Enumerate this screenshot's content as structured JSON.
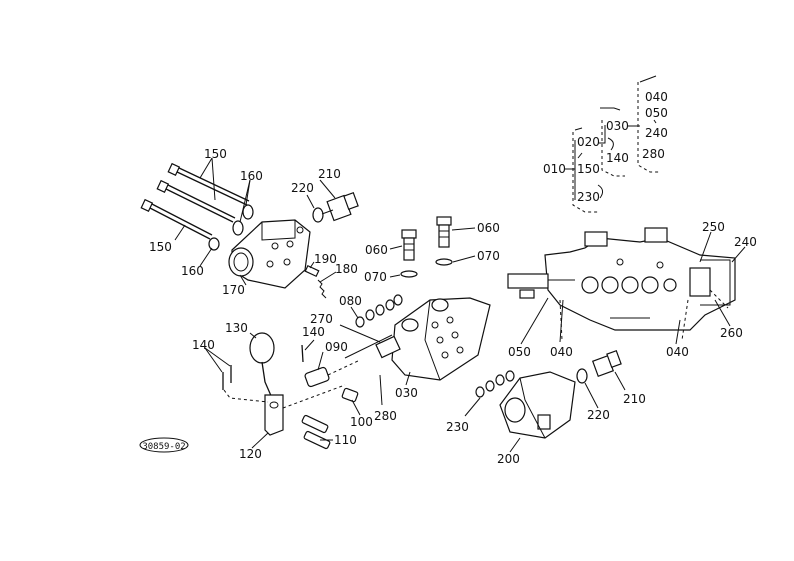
{
  "diagram_id": "30859-02",
  "tree": {
    "root": "010",
    "level1": [
      "020",
      "150",
      "230"
    ],
    "level2": [
      "030",
      "140"
    ],
    "level3": [
      "040",
      "050",
      "240",
      "280"
    ]
  },
  "callouts": {
    "c150a": "150",
    "c150b": "150",
    "c160a": "160",
    "c160b": "160",
    "c170": "170",
    "c180": "180",
    "c190": "190",
    "c210a": "210",
    "c220a": "220",
    "c060a": "060",
    "c060b": "060",
    "c070a": "070",
    "c070b": "070",
    "c080": "080",
    "c270": "270",
    "c140a": "140",
    "c140b": "140",
    "c130": "130",
    "c090": "090",
    "c030": "030",
    "c100": "100",
    "c280": "280",
    "c110": "110",
    "c120": "120",
    "c230": "230",
    "c200": "200",
    "c220b": "220",
    "c210b": "210",
    "c050": "050",
    "c040a": "040",
    "c040b": "040",
    "c250": "250",
    "c240": "240",
    "c260": "260"
  }
}
